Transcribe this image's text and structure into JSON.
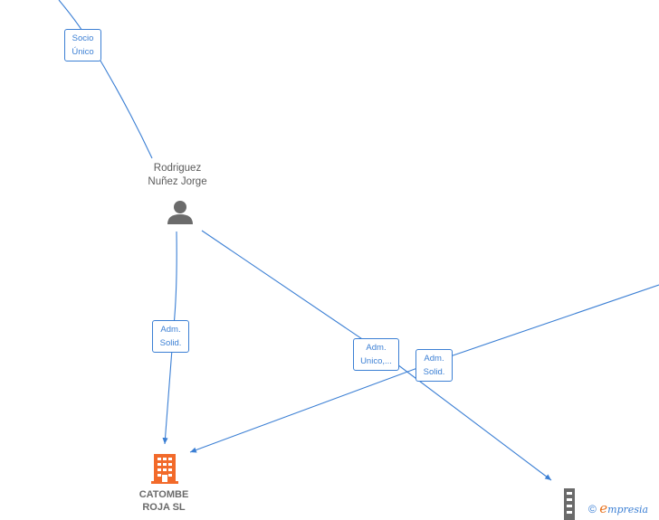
{
  "nodes": {
    "person": {
      "line1": "Rodriguez",
      "line2": "Nuñez Jorge",
      "icon": "person-icon"
    },
    "company": {
      "line1": "CATOMBE",
      "line2": "ROJA  SL",
      "icon": "building-icon",
      "color": "#f26a2a"
    }
  },
  "edges": [
    {
      "id": "socio-unico",
      "line1": "Socio",
      "line2": "Único"
    },
    {
      "id": "adm-solid-1",
      "line1": "Adm.",
      "line2": "Solid."
    },
    {
      "id": "adm-unico",
      "line1": "Adm.",
      "line2": "Unico,..."
    },
    {
      "id": "adm-solid-2",
      "line1": "Adm.",
      "line2": "Solid."
    }
  ],
  "footer": {
    "copyright": "©",
    "brand_initial": "e",
    "brand_rest": "mpresia"
  },
  "colors": {
    "edge": "#3b7fd4",
    "company": "#f26a2a",
    "person": "#6b6b6b",
    "partial_company": "#6b6b6b"
  }
}
